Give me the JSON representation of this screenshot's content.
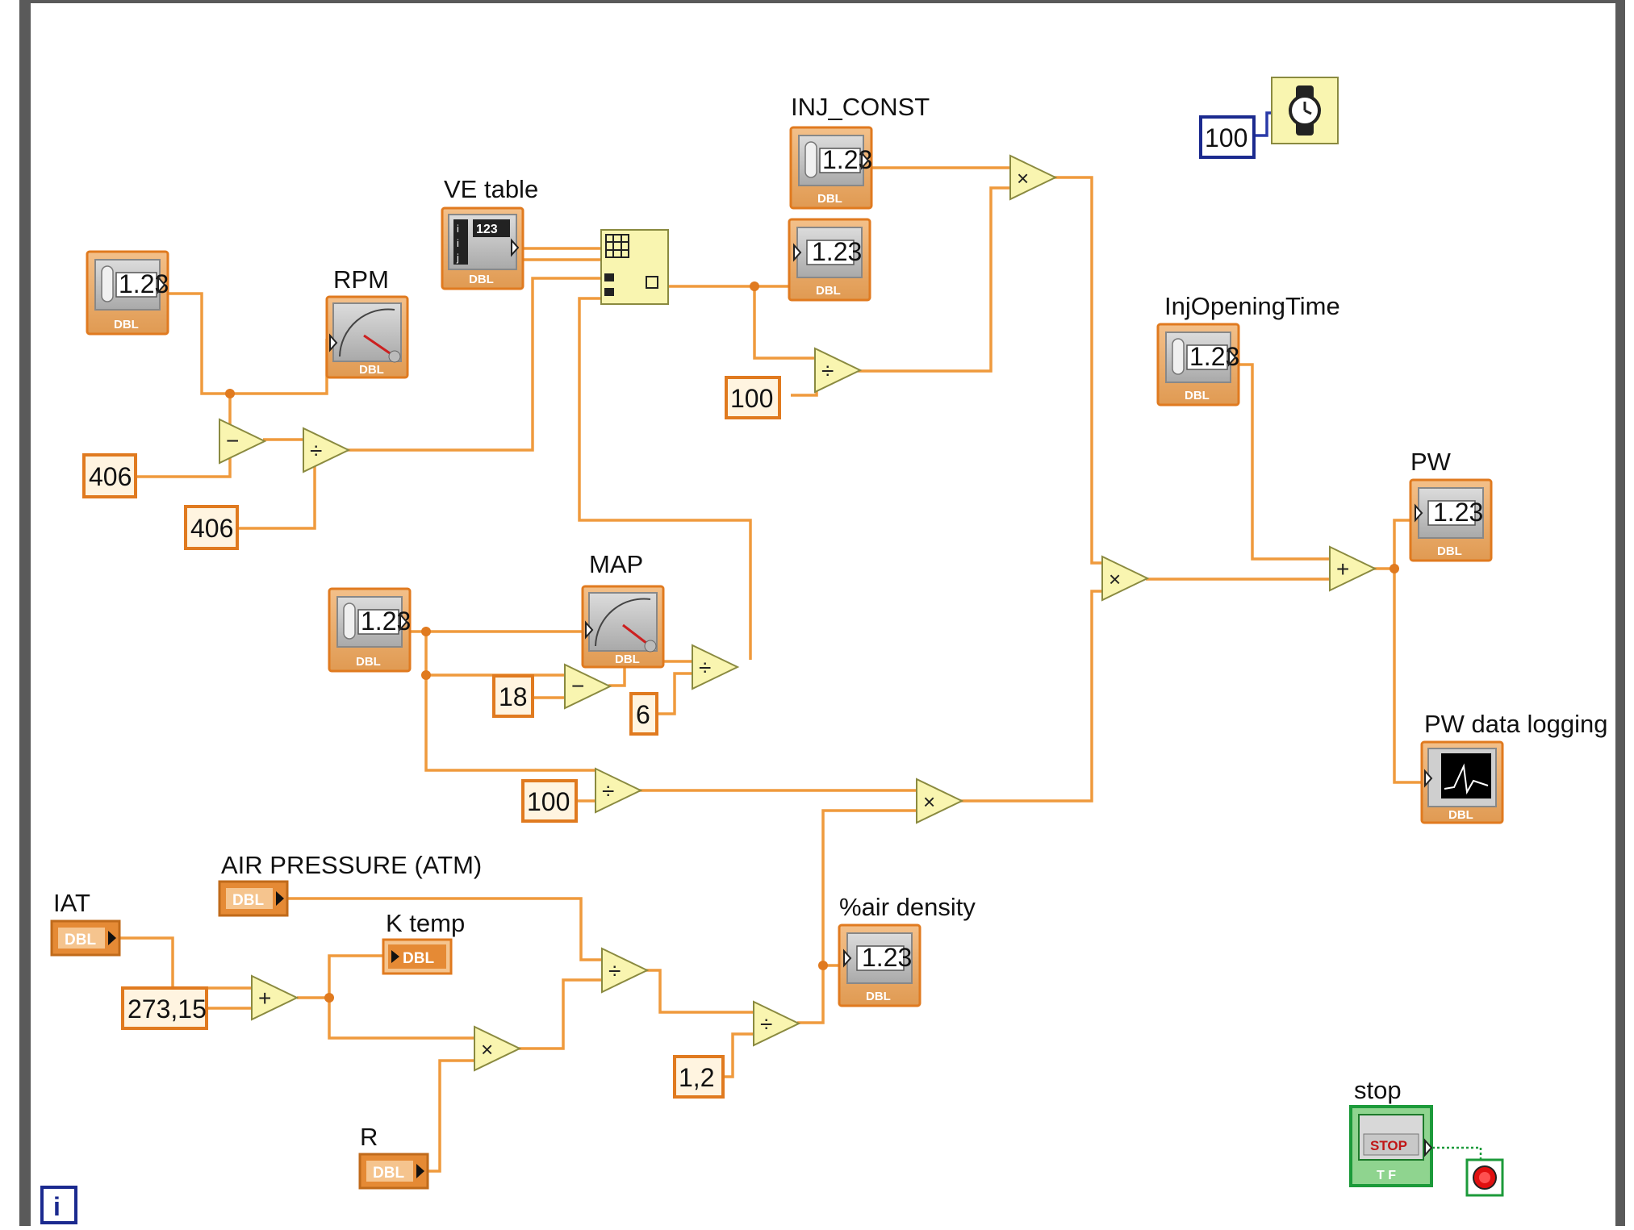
{
  "labels": {
    "inj_const": "INJ_CONST",
    "ve_table": "VE table",
    "rpm": "RPM",
    "map": "MAP",
    "inj_opening_time": "InjOpeningTime",
    "pw": "PW",
    "pw_data_logging": "PW data logging",
    "air_pressure": "AIR PRESSURE (ATM)",
    "iat": "IAT",
    "k_temp": "K temp",
    "air_density": "%air density",
    "r": "R",
    "stop": "stop"
  },
  "constants": {
    "c406a": "406",
    "c406b": "406",
    "c100_ve": "100",
    "c100_map": "100",
    "c18": "18",
    "c6": "6",
    "c273": "273,15",
    "c1_2": "1,2",
    "c100_wait": "100"
  },
  "terminals": {
    "num_text": "1.23",
    "dbl_text": "DBL",
    "table_text": "123",
    "stop_text": "STOP",
    "tf_text": "T F",
    "info": "i"
  },
  "operators": {
    "sub": "−",
    "div": "÷",
    "mul": "×",
    "add": "+"
  },
  "colors": {
    "wire_orange": "#ef9a3d",
    "terminal_border": "#e07a1f",
    "const_fill": "#fff4e0",
    "node_yellow": "#f9f5b0",
    "boolean_green": "#1c9a3a",
    "wait_const_border": "#1b2a8f",
    "loop_border": "#4a4a4a"
  },
  "icons": [
    "wait-ms-icon",
    "interpolate-2d-icon",
    "stop-button-icon",
    "loop-condition-icon",
    "waveform-chart-icon",
    "gauge-icon",
    "numeric-control-icon"
  ]
}
